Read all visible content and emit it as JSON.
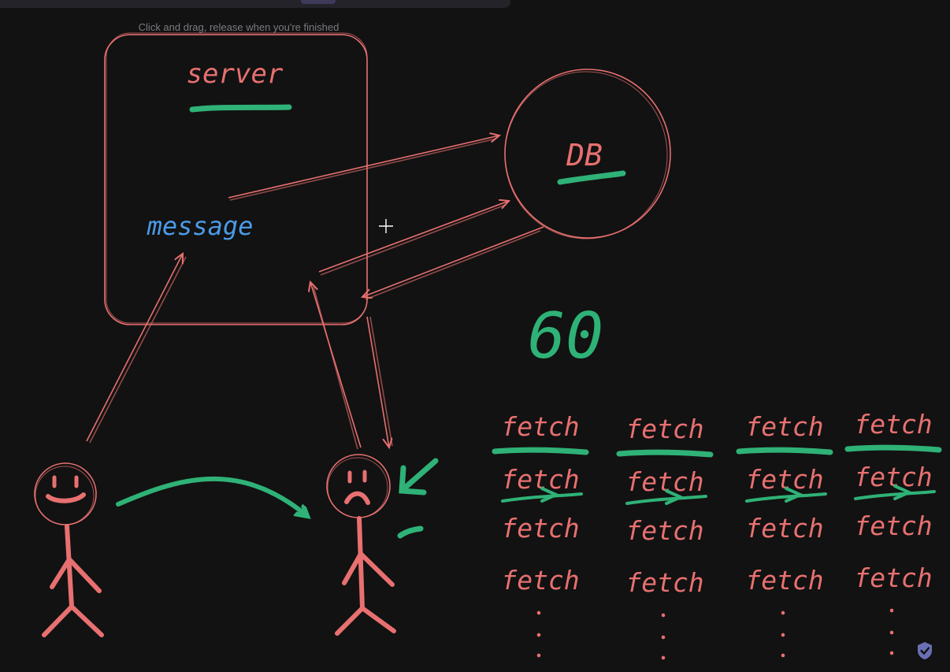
{
  "hint_text": "Click and drag, release when you're finished",
  "labels": {
    "server": "server",
    "db": "DB",
    "message": "message",
    "sixty": "60"
  },
  "fetch_grid": {
    "word": "fetch",
    "dots": ".",
    "columns": 4,
    "rows": 4
  },
  "colors": {
    "background": "#121212",
    "pink": "#e87070",
    "green": "#2fb277",
    "blue": "#4a9be8"
  },
  "icons": [
    "cursor-crosshair-icon",
    "shield-icon"
  ]
}
